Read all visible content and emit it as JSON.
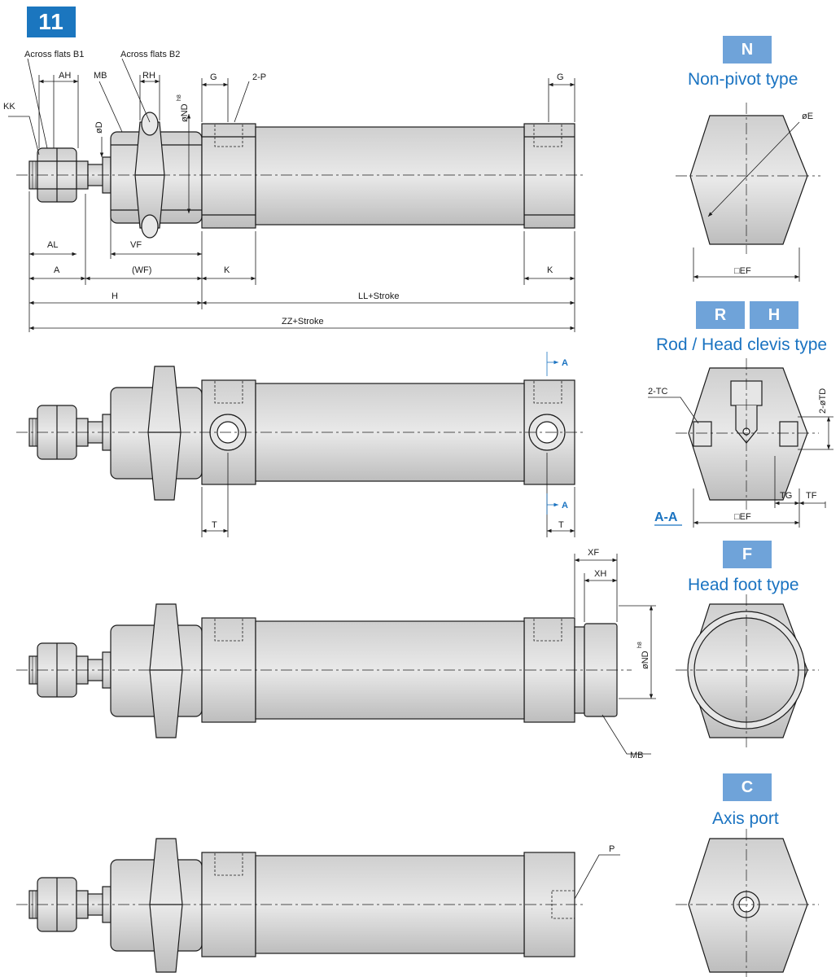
{
  "page_number": "11",
  "types": {
    "n": {
      "badge": "N",
      "title": "Non-pivot type"
    },
    "r": {
      "badge": "R",
      "title": "Rod / Head clevis type"
    },
    "h": {
      "badge": "H"
    },
    "f": {
      "badge": "F",
      "title": "Head foot type"
    },
    "c": {
      "badge": "C",
      "title": "Axis port"
    }
  },
  "dims": {
    "across_b1": "Across flats B1",
    "across_b2": "Across flats B2",
    "ah": "AH",
    "mb": "MB",
    "rh": "RH",
    "nd": "øND",
    "nd_sup": "h8",
    "g": "G",
    "p2": "2-P",
    "kk": "KK",
    "d": "øD",
    "al": "AL",
    "vf": "VF",
    "a": "A",
    "wf": "(WF)",
    "k": "K",
    "h": "H",
    "ll": "LL+Stroke",
    "zz": "ZZ+Stroke",
    "t": "T",
    "sec": "A",
    "xf": "XF",
    "xh": "XH",
    "p": "P"
  },
  "side": {
    "e": "øE",
    "ef": "□EF",
    "tc": "2-TC",
    "td": "2-øTD",
    "tg": "TG",
    "tf": "TF",
    "section": "A-A"
  },
  "colors": {
    "accent": "#1b76bf",
    "badge_light": "#6fa3d9",
    "title": "#1a73c1"
  }
}
